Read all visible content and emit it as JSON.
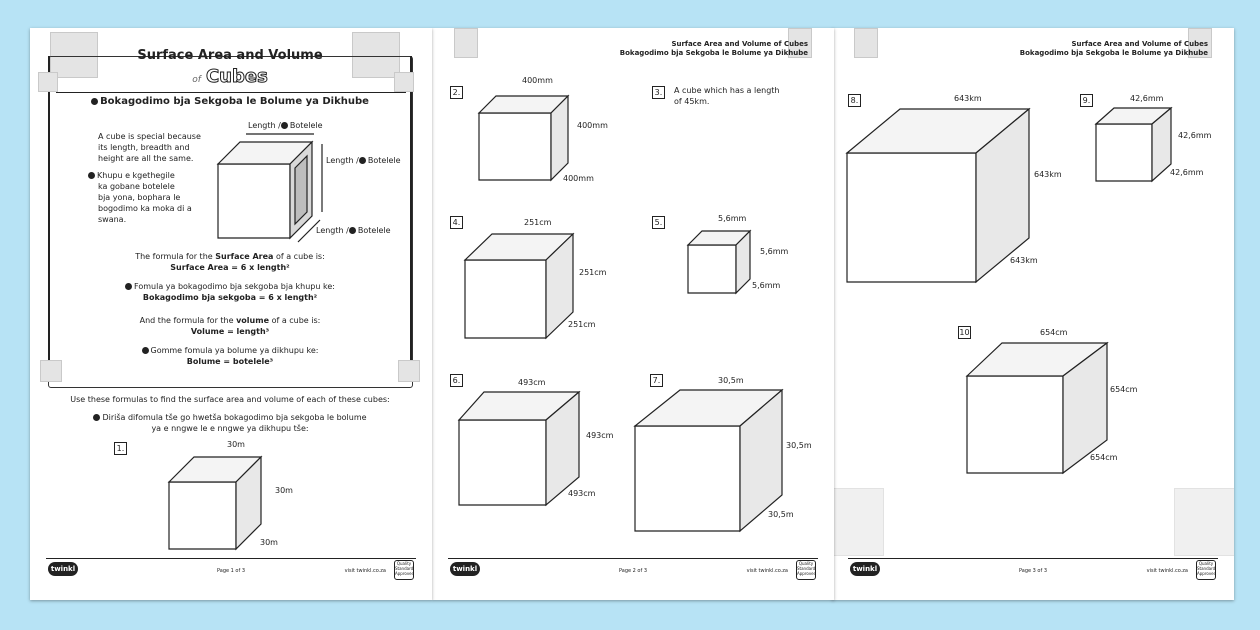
{
  "colors": {
    "background": "#b7e3f5",
    "paper": "#ffffff",
    "ink": "#222222",
    "cube_side": "#e8e8e8"
  },
  "page1": {
    "title_line1": "Surface Area and Volume",
    "title_of": "of",
    "title_cubes": "Cubes",
    "subtitle": "Bokagodimo bja Sekgoba le Bolume ya Dikhube",
    "intro_en": [
      "A cube is special because",
      "its length, breadth and",
      "height are all the same."
    ],
    "intro_tr": [
      "Khupu e kgethegile",
      "ka gobane botelele",
      "bja yona, bophara le",
      "bogodimo ka moka di a",
      "swana."
    ],
    "diagram_labels": {
      "top": "Length /",
      "top_tr": "Botelele",
      "right": "Length /",
      "right_tr": "Botelele",
      "bottom": "Length /",
      "bottom_tr": "Botelele"
    },
    "sa_en": "The formula for the",
    "sa_en_bold": "Surface Area",
    "sa_en_end": "of a cube is:",
    "sa_formula": "Surface Area = 6 x length²",
    "sa_tr": "Fomula ya bokagodimo bja sekgoba bja khupu ke:",
    "sa_tr_formula": "Bokagodimo bja sekgoba = 6 x length²",
    "vol_en": "And the formula for the",
    "vol_en_bold": "volume",
    "vol_en_end": "of a cube is:",
    "vol_formula": "Volume = length³",
    "vol_tr": "Gomme fomula ya bolume ya dikhupu ke:",
    "vol_tr_formula": "Bolume = botelele³",
    "instruction_en": "Use these formulas to find the surface area and volume of each of these cubes:",
    "instruction_tr_1": "Diriša difomula tše go hwetša bokagodimo bja sekgoba le bolume",
    "instruction_tr_2": "ya e nngwe le e nngwe ya dikhupu tše:",
    "q1": {
      "num": "1.",
      "top": "30m",
      "right": "30m",
      "bottom": "30m"
    },
    "page_num": "Page 1 of 3"
  },
  "page2": {
    "header_1": "Surface Area and Volume of Cubes",
    "header_2": "Bokagodimo bja Sekgoba le Bolume ya Dikhube",
    "q2": {
      "num": "2.",
      "top": "400mm",
      "right": "400mm",
      "bottom": "400mm"
    },
    "q3": {
      "num": "3.",
      "text_1": "A cube which has a length",
      "text_2": "of 45km."
    },
    "q4": {
      "num": "4.",
      "top": "251cm",
      "right": "251cm",
      "bottom": "251cm"
    },
    "q5": {
      "num": "5.",
      "top": "5,6mm",
      "right": "5,6mm",
      "bottom": "5,6mm"
    },
    "q6": {
      "num": "6.",
      "top": "493cm",
      "right": "493cm",
      "bottom": "493cm"
    },
    "q7": {
      "num": "7.",
      "top": "30,5m",
      "right": "30,5m",
      "bottom": "30,5m"
    },
    "page_num": "Page 2 of 3"
  },
  "page3": {
    "header_1": "Surface Area and Volume of Cubes",
    "header_2": "Bokagodimo bja Sekgoba le Bolume ya Dikhube",
    "q8": {
      "num": "8.",
      "top": "643km",
      "right": "643km",
      "bottom": "643km"
    },
    "q9": {
      "num": "9.",
      "top": "42,6mm",
      "right": "42,6mm",
      "bottom": "42,6mm"
    },
    "q10": {
      "num": "10",
      "top": "654cm",
      "right": "654cm",
      "bottom": "654cm"
    },
    "page_num": "Page 3 of 3"
  },
  "footer": {
    "logo": "twinkl",
    "site": "visit twinkl.co.za",
    "badge": "Quality Standard Approved"
  }
}
